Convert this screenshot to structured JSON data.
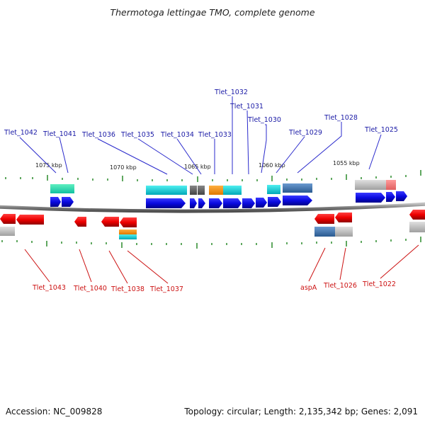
{
  "title": "Thermotoga lettingae TMO, complete genome",
  "footer": {
    "accession": "Accession: NC_009828",
    "topology": "Topology: circular; Length: 2,135,342 bp; Genes: 2,091"
  },
  "colors": {
    "forward_gene": "#1010dd",
    "reverse_gene": "#ee1111",
    "forward_label": "#1a1aa6",
    "reverse_label": "#cc1111",
    "backbone": "#8a8a8a",
    "tick": "#2a8a2a"
  },
  "scale_labels": [
    "1075 kbp",
    "1070 kbp",
    "1065 kbp",
    "1060 kbp",
    "1055 kbp"
  ],
  "forward_labels": [
    "Tlet_1042",
    "Tlet_1041",
    "Tlet_1036",
    "Tlet_1035",
    "Tlet_1034",
    "Tlet_1033",
    "Tlet_1032",
    "Tlet_1031",
    "Tlet_1030",
    "Tlet_1029",
    "Tlet_1028",
    "Tlet_1025"
  ],
  "reverse_labels": [
    "Tlet_1043",
    "Tlet_1040",
    "Tlet_1038",
    "Tlet_1037",
    "aspA",
    "Tlet_1026",
    "Tlet_1022"
  ]
}
